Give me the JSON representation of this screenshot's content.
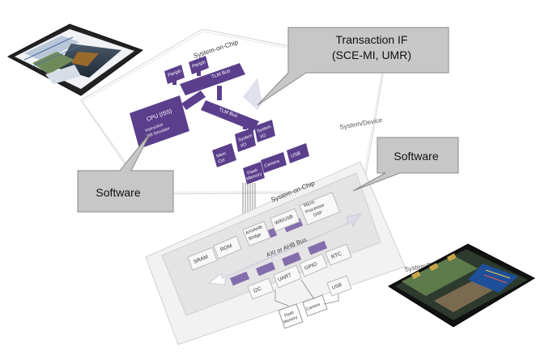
{
  "callouts": {
    "transaction_line1": "Transaction IF",
    "transaction_line2": "(SCE-MI, UMR)",
    "software_left": "Software",
    "software_right": "Software"
  },
  "top_board": {
    "soc_label": "System-on-Chip",
    "device_label": "System/Device",
    "blocks": {
      "periph1": "Periph",
      "periph2": "Periph",
      "tlm_bus_top": "TLM Bus",
      "cpu_title": "CPU (ISS)",
      "cpu_sub1": "Instruction",
      "cpu_sub2": "Set Simulator",
      "tlm_bus_mid": "TLM Bus",
      "system_io1_a": "System",
      "system_io1_b": "I/O",
      "system_io2_a": "System",
      "system_io2_b": "I/O",
      "mem_ctrl_a": "Mem",
      "mem_ctrl_b": "Ctrl",
      "flash_a": "Flash",
      "flash_b": "Memory",
      "camera": "Camera",
      "usb": "USB"
    }
  },
  "bottom_board": {
    "soc_label": "System-on-Chip",
    "device_label": "System/Device",
    "blocks": {
      "sram": "SRAM",
      "rom": "ROM",
      "bridge_a": "AXI/AHB",
      "bridge_b": "Bridge",
      "wifi": "Wifi/USB",
      "micro_a": "Micro-",
      "micro_b": "Processor",
      "micro_c": "DSP",
      "bus": "AXI or AHB Bus",
      "rtc": "RTC",
      "i2c": "I2C",
      "uart": "UART",
      "gpio": "GPIO",
      "usb": "USB",
      "flash_a": "Flash",
      "flash_b": "Memory",
      "camera": "Camera"
    }
  },
  "colors": {
    "purple": "#5b3f8c",
    "callout_fill": "#c7c7c7",
    "callout_stroke": "#8a8a8a",
    "board_fill": "#f4f4f4",
    "chip_fill": "#e2e2e2"
  }
}
